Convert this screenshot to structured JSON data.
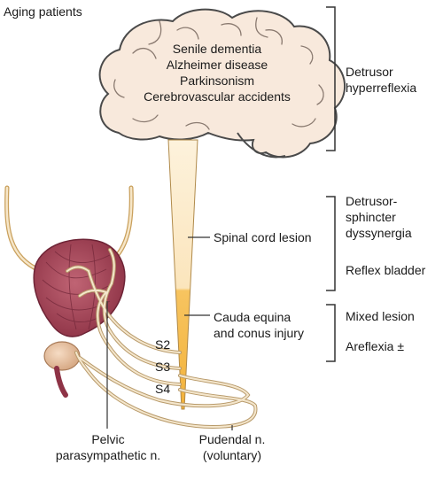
{
  "title": "Aging patients",
  "brain_conditions": [
    "Senile dementia",
    "Alzheimer disease",
    "Parkinsonism",
    "Cerebrovascular accidents"
  ],
  "spinal_labels": {
    "spinal_cord_lesion": "Spinal cord lesion",
    "cauda_line1": "Cauda equina",
    "cauda_line2": "and conus injury"
  },
  "sacral_roots": [
    "S2",
    "S3",
    "S4"
  ],
  "nerves": {
    "pelvic_line1": "Pelvic",
    "pelvic_line2": "parasympathetic n.",
    "pudendal_line1": "Pudendal n.",
    "pudendal_line2": "(voluntary)"
  },
  "outcomes": {
    "brain_line1": "Detrusor",
    "brain_line2": "hyperreflexia",
    "cord_line1": "Detrusor-",
    "cord_line2": "sphincter",
    "cord_line3": "dyssynergia",
    "cord_line4": "Reflex bladder",
    "cauda_line1": "Mixed lesion",
    "cauda_line2": "Areflexia ±"
  },
  "colors": {
    "brain_fill": "#f8e9dc",
    "brain_stroke": "#4a4a4a",
    "cord_fill": "#fbe7c4",
    "cord_lesion_fill": "#f6b94a",
    "bladder_fill": "#a8485a",
    "nerve_fill": "#f4e6cc",
    "bracket": "#333333"
  }
}
